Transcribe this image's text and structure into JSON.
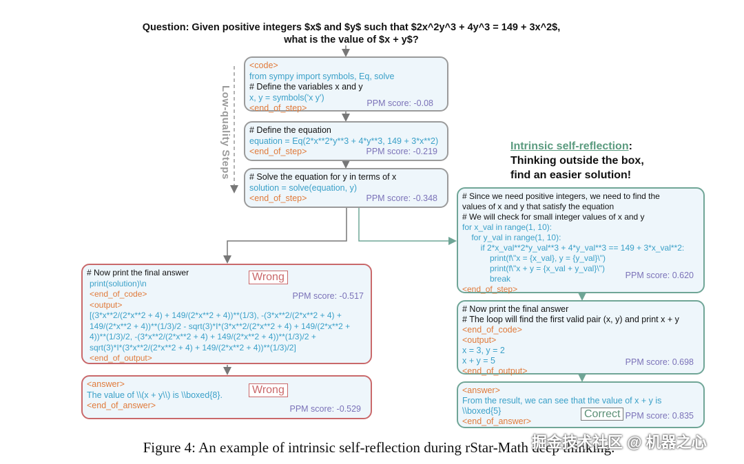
{
  "question": {
    "line1": "Question: Given positive integers $x$ and $y$ such that $2x^2y^3 + 4y^3 = 149 + 3x^2$,",
    "line2": "what is the value of $x + y$?"
  },
  "low_quality_label": "Low-quality Steps",
  "intrinsic": {
    "heading": "Intrinsic self-reflection",
    "colon": ":",
    "line2": "Thinking outside the box,",
    "line3": "find an easier solution!"
  },
  "steps": {
    "s1": {
      "lines": [
        "<code>",
        "from sympy import symbols, Eq, solve",
        "# Define the variables x and y",
        "x, y = symbols('x y')",
        "<end_of_step>"
      ],
      "ppm": "PPM score: -0.08"
    },
    "s2": {
      "lines": [
        "# Define the equation",
        "equation = Eq(2*x**2*y**3 + 4*y**3, 149 + 3*x**2)",
        "<end_of_step>"
      ],
      "ppm": "PPM score: -0.219"
    },
    "s3": {
      "lines": [
        "# Solve the equation for y in terms of x",
        "solution = solve(equation, y)",
        "<end_of_step>"
      ],
      "ppm": "PPM score: -0.348"
    },
    "w1": {
      "lines": [
        "# Now print the final answer",
        "print(solution)\\n",
        "<end_of_code>",
        "<output>",
        "[(3*x**2/(2*x**2 + 4) + 149/(2*x**2 + 4))**(1/3), -(3*x**2/(2*x**2 + 4) +",
        "149/(2*x**2 + 4))**(1/3)/2 - sqrt(3)*I*(3*x**2/(2*x**2 + 4) + 149/(2*x**2 +",
        "4))**(1/3)/2, -(3*x**2/(2*x**2 + 4) + 149/(2*x**2 + 4))**(1/3)/2 +",
        "sqrt(3)*I*(3*x**2/(2*x**2 + 4) + 149/(2*x**2 + 4))**(1/3)/2]",
        "<end_of_output>"
      ],
      "ppm": "PPM score: -0.517",
      "badge": "Wrong"
    },
    "w2": {
      "lines": [
        "<answer>",
        "The value of \\\\(x + y\\\\) is \\\\boxed{8}.",
        "<end_of_answer>"
      ],
      "ppm": "PPM score: -0.529",
      "badge": "Wrong"
    },
    "r1": {
      "lines": [
        "# Since we need positive integers, we need to find the",
        "values of x and y that satisfy the equation",
        "# We will check for small integer values of x and y",
        "for x_val in range(1, 10):",
        "    for y_val in range(1, 10):",
        "        if 2*x_val**2*y_val**3 + 4*y_val**3 == 149 + 3*x_val**2:",
        "            print(f\\\"x = {x_val}, y = {y_val}\\\")",
        "            print(f\\\"x + y = {x_val + y_val}\\\")",
        "            break",
        "<end_of_step>"
      ],
      "ppm": "PPM score: 0.620"
    },
    "r2": {
      "lines": [
        "# Now print the final answer",
        "# The loop will find the first valid pair (x, y) and print x + y",
        "<end_of_code>",
        "<output>",
        "x = 3, y = 2",
        "x + y = 5",
        "<end_of_output>"
      ],
      "ppm": "PPM score: 0.698"
    },
    "r3": {
      "lines": [
        "<answer>",
        "From the result, we can see that the value of x + y is",
        "\\\\boxed{5}",
        "<end_of_answer>"
      ],
      "ppm": "PPM score: 0.835",
      "badge": "Correct"
    }
  },
  "caption": "Figure 4: An example of intrinsic self-reflection during rStar-Math deep thinking.",
  "watermark": "掘金技术社区 @ 机器之心",
  "colors": {
    "tag": "#e07a3a",
    "code": "#3aa0c8",
    "ppm": "#7b72b8",
    "wrong": "#c9686a",
    "correct_border": "#6fa596",
    "box_bg": "#eef6fb"
  }
}
